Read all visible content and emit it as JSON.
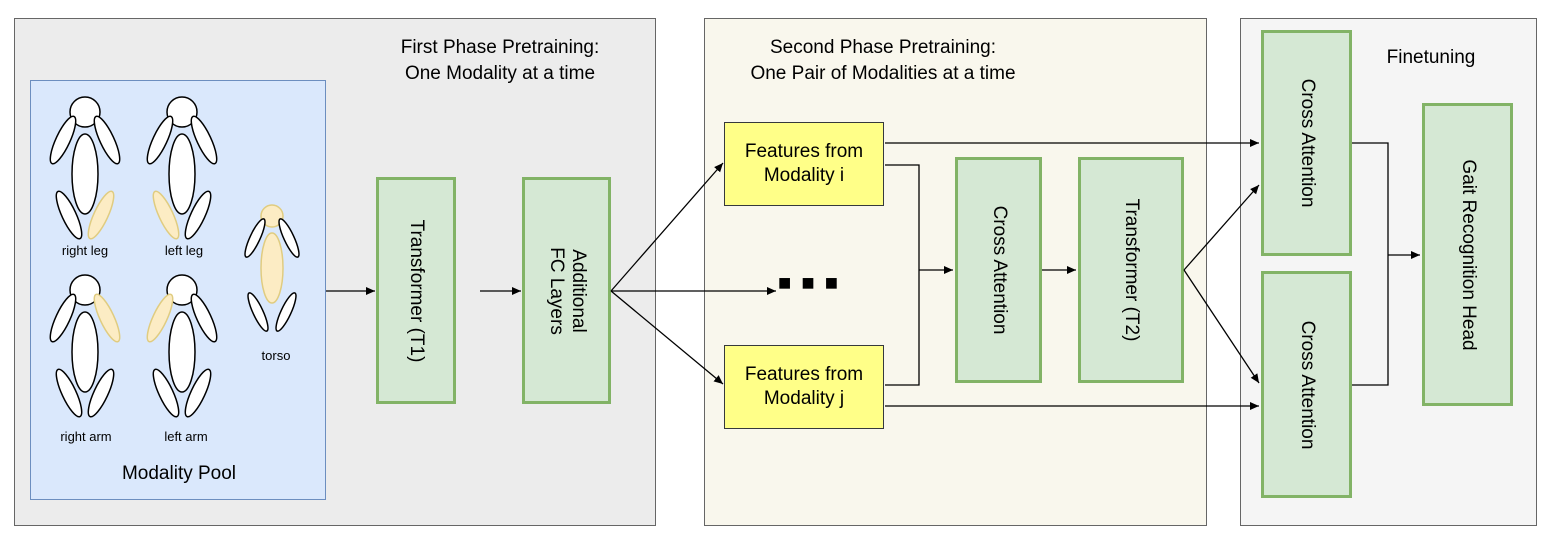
{
  "phases": {
    "first": {
      "title": "First Phase Pretraining:\nOne Modality at a time"
    },
    "second": {
      "title": "Second Phase Pretraining:\nOne Pair of Modalities at a time"
    },
    "finetune": {
      "title": "Finetuning"
    }
  },
  "modality_pool": {
    "title": "Modality Pool",
    "figures": [
      {
        "label": "right leg",
        "highlight": "right-leg"
      },
      {
        "label": "left leg",
        "highlight": "left-leg"
      },
      {
        "label": "torso",
        "highlight": "torso"
      },
      {
        "label": "right arm",
        "highlight": "right-arm"
      },
      {
        "label": "left arm",
        "highlight": "left-arm"
      }
    ]
  },
  "blocks": {
    "transformer_t1": "Transformer (T1)",
    "additional_fc": "Additional\nFC Layers",
    "features_i": "Features from\nModality i",
    "features_j": "Features from\nModality j",
    "ellipsis": "■ ■ ■",
    "cross_attention_mid": "Cross Attention",
    "transformer_t2": "Transformer (T2)",
    "cross_attention_top": "Cross Attention",
    "cross_attention_bottom": "Cross Attention",
    "gait_head": "Gait Recognition Head"
  },
  "colors": {
    "phase1_bg": "#ececec",
    "phase2_bg": "#f9f7ed",
    "phase3_bg": "#f5f5f5",
    "pool_bg": "#dae8fc",
    "pool_border": "#6c8ebf",
    "green_fill": "#d5e8d4",
    "green_border": "#82b366",
    "yellow_fill": "#ffff88",
    "highlight": "#fcecc4"
  }
}
